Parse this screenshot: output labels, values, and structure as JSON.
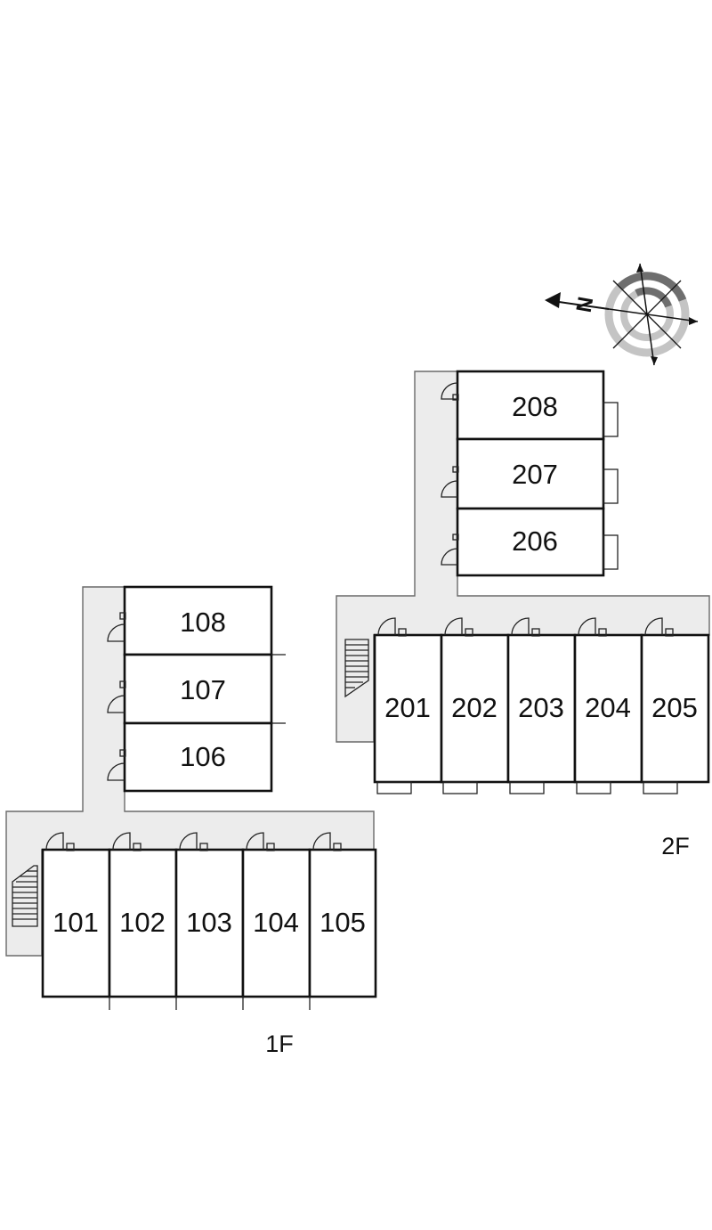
{
  "floors": {
    "first": {
      "label": "1F",
      "units": [
        "101",
        "102",
        "103",
        "104",
        "105",
        "106",
        "107",
        "108"
      ]
    },
    "second": {
      "label": "2F",
      "units": [
        "201",
        "202",
        "203",
        "204",
        "205",
        "206",
        "207",
        "208"
      ]
    }
  },
  "compass": {
    "north_label": "N",
    "icon": "compass-rose-icon"
  },
  "colors": {
    "corridor": "#ececec",
    "walls": "#111111",
    "background": "#ffffff"
  }
}
